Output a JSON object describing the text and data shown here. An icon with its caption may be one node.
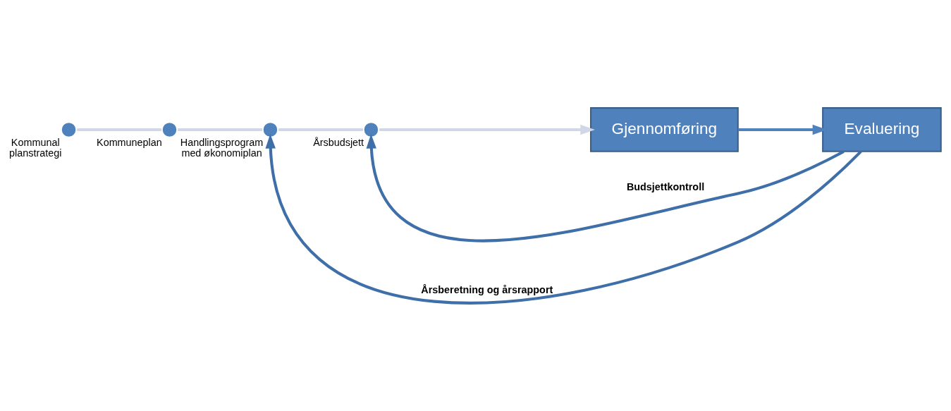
{
  "diagram": {
    "nodes": [
      {
        "text": [],
        "shape": "circle",
        "beside": [
          "Kommunal planstrategi"
        ]
      },
      {
        "text": [],
        "shape": "circle",
        "beside": [
          "Kommuneplan"
        ]
      },
      {
        "text": [],
        "shape": "circle",
        "beside": [
          "Handlingsprogram med økonomiplan"
        ]
      },
      {
        "text": [],
        "shape": "circle",
        "beside": [
          "Årsbudsjett"
        ]
      },
      {
        "text": [
          "Gjennomføring"
        ]
      },
      {
        "text": [
          "Evaluering"
        ]
      }
    ],
    "edges": [
      {
        "from": 0,
        "to": 1,
        "arrow": "none"
      },
      {
        "from": 1,
        "to": 2,
        "arrow": "none"
      },
      {
        "from": 2,
        "to": 3,
        "arrow": "none"
      },
      {
        "from": 3,
        "to": 4,
        "arrow": "to"
      },
      {
        "from": 4,
        "to": 5,
        "arrow": "to",
        "color": "#4f81bd"
      },
      {
        "from": 5,
        "to": 3,
        "arrow": "to",
        "label": "Budsjettkontroll",
        "color": "#3f6fa8"
      },
      {
        "from": 5,
        "to": 2,
        "arrow": "to",
        "label": "Årsberetning og årsrapport",
        "color": "#3f6fa8"
      }
    ]
  }
}
